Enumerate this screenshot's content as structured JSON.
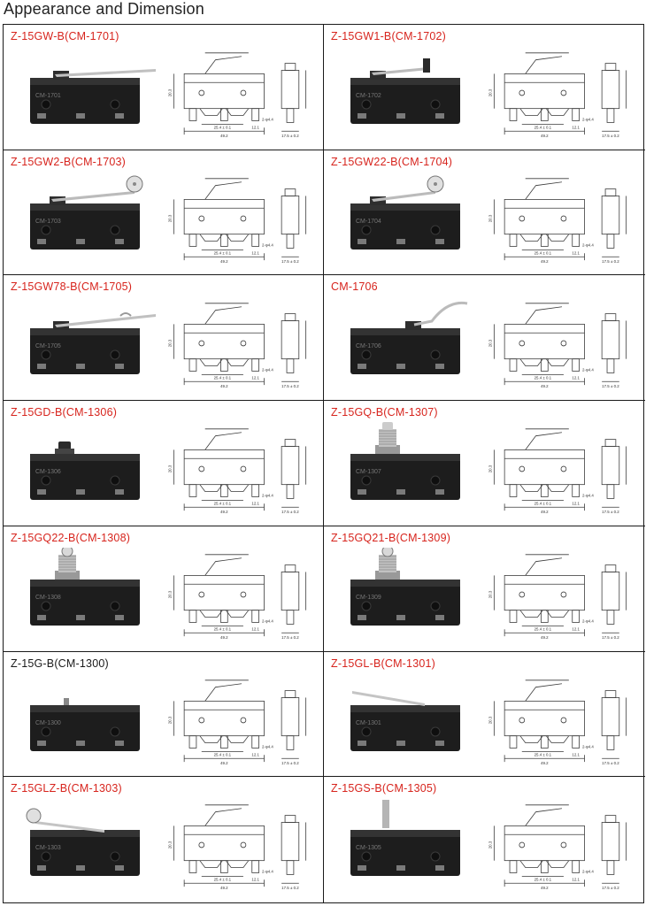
{
  "page": {
    "title": "Appearance and Dimension"
  },
  "products": [
    {
      "model": "Z-15GW-B(CM-1701)",
      "label_color": "red",
      "actuator": "lever",
      "body_text": "CM-1701"
    },
    {
      "model": "Z-15GW1-B(CM-1702)",
      "label_color": "red",
      "actuator": "short-lever",
      "body_text": "CM-1702"
    },
    {
      "model": "Z-15GW2-B(CM-1703)",
      "label_color": "red",
      "actuator": "roller-lever",
      "body_text": "CM-1703"
    },
    {
      "model": "Z-15GW22-B(CM-1704)",
      "label_color": "red",
      "actuator": "short-roller-lever",
      "body_text": "CM-1704"
    },
    {
      "model": "Z-15GW78-B(CM-1705)",
      "label_color": "red",
      "actuator": "long-lever",
      "body_text": "CM-1705"
    },
    {
      "model": "CM-1706",
      "label_color": "red",
      "actuator": "wire-lever",
      "body_text": "CM-1706"
    },
    {
      "model": "Z-15GD-B(CM-1306)",
      "label_color": "red",
      "actuator": "short-plunger",
      "body_text": "CM-1306"
    },
    {
      "model": "Z-15GQ-B(CM-1307)",
      "label_color": "red",
      "actuator": "panel-plunger",
      "body_text": "CM-1307"
    },
    {
      "model": "Z-15GQ22-B(CM-1308)",
      "label_color": "red",
      "actuator": "roller-plunger",
      "body_text": "CM-1308"
    },
    {
      "model": "Z-15GQ21-B(CM-1309)",
      "label_color": "red",
      "actuator": "cross-roller-plunger",
      "body_text": "CM-1309"
    },
    {
      "model": "Z-15G-B(CM-1300)",
      "label_color": "black",
      "actuator": "pin-plunger",
      "body_text": "CM-1300"
    },
    {
      "model": "Z-15GL-B(CM-1301)",
      "label_color": "red",
      "actuator": "leaf-lever",
      "body_text": "CM-1301"
    },
    {
      "model": "Z-15GLZ-B(CM-1303)",
      "label_color": "red",
      "actuator": "roller-leaf-lever",
      "body_text": "CM-1303"
    },
    {
      "model": "Z-15GS-B(CM-1305)",
      "label_color": "red",
      "actuator": "spring-plunger",
      "body_text": "CM-1305"
    }
  ],
  "dims": {
    "overall_length": "49.2",
    "hole_pitch": "25.4 ± 0.1",
    "terminal_offset": "12.1",
    "width": "17.5 ± 0.2",
    "hole": "2-φ4.4",
    "height": "20.3"
  },
  "colors": {
    "model_red": "#d7241d",
    "model_black": "#1a1a1a",
    "body": "#222222",
    "metal": "#a8a8a8"
  }
}
